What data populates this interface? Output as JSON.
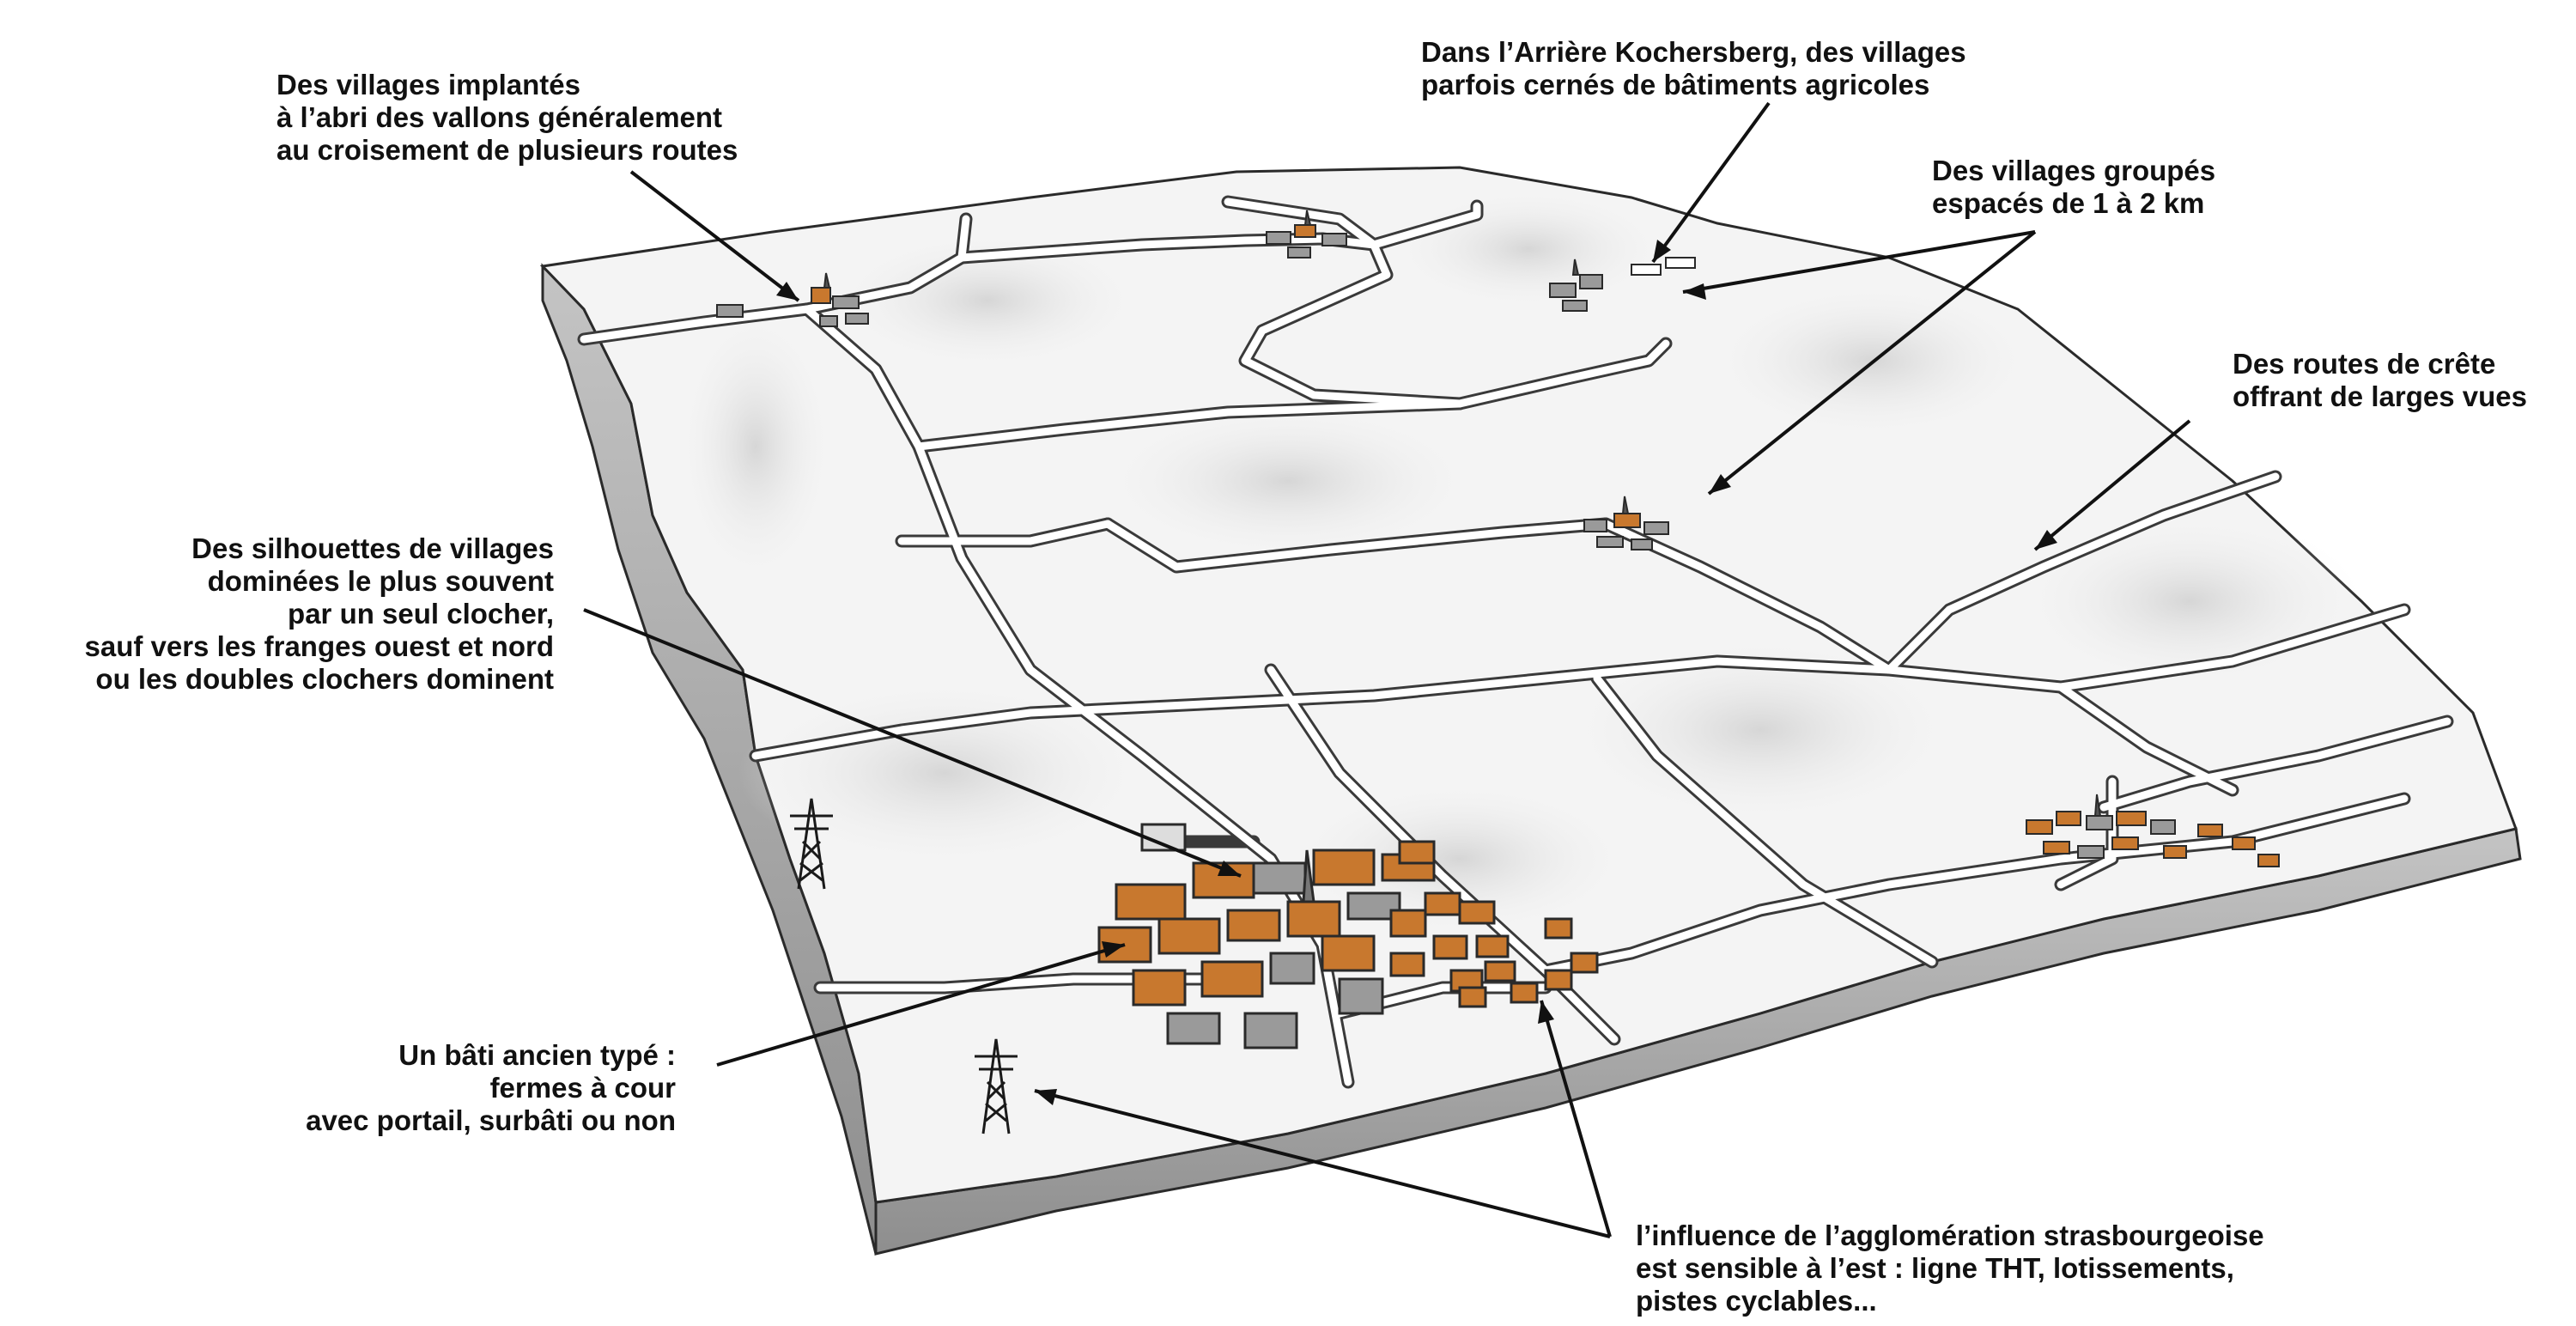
{
  "annotations": {
    "villages_sheltered": [
      "Des villages implantés",
      "à l’abri des vallons généralement",
      "au croisement de plusieurs routes"
    ],
    "arriere_kochersberg": [
      "Dans l’Arrière Kochersberg, des villages",
      "parfois cernés de bâtiments agricoles"
    ],
    "grouped_villages": [
      "Des villages groupés",
      "espacés de 1 à 2 km"
    ],
    "ridge_roads": [
      "Des routes de crête",
      "offrant de larges vues"
    ],
    "silhouettes": [
      "Des silhouettes de villages",
      "dominées le plus souvent",
      "par un seul clocher,",
      "sauf vers les franges ouest et nord",
      "ou les doubles clochers dominent"
    ],
    "old_buildings": [
      "Un bâti ancien typé :",
      "fermes à cour",
      "avec portail, surbâti ou non"
    ],
    "strasbourg_influence": [
      "l’influence de l’agglomération strasbourgeoise",
      "est sensible à l’est : ligne THT, lotissements,",
      "pistes cyclables..."
    ]
  },
  "colors": {
    "ground_top": "#f4f4f4",
    "ground_side": "#a9a9a9",
    "roof": "#c8782e",
    "wall": "#9a9a9a",
    "outline": "#2a2a2a"
  }
}
